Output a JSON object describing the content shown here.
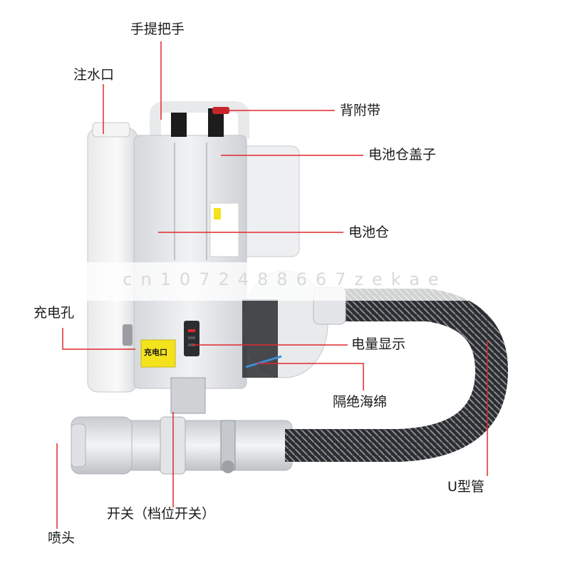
{
  "labels": {
    "handle": "手提把手",
    "water_inlet": "注水口",
    "strap": "背附带",
    "battery_cover": "电池仓盖子",
    "battery_compartment": "电池仓",
    "charging_hole": "充电孔",
    "charge_port_sticker": "充电口",
    "power_display": "电量显示",
    "insulation_sponge": "隔绝海绵",
    "u_tube": "U型管",
    "switch": "开关（档位开关）",
    "nozzle": "喷头"
  },
  "watermark": "cn1072488667zekae",
  "colors": {
    "leader_line": "#e0282e",
    "body": "#e4e6e9",
    "hose": "#2b2d30",
    "strap": "#1c1c1c",
    "sticker": "#f4e31c"
  }
}
